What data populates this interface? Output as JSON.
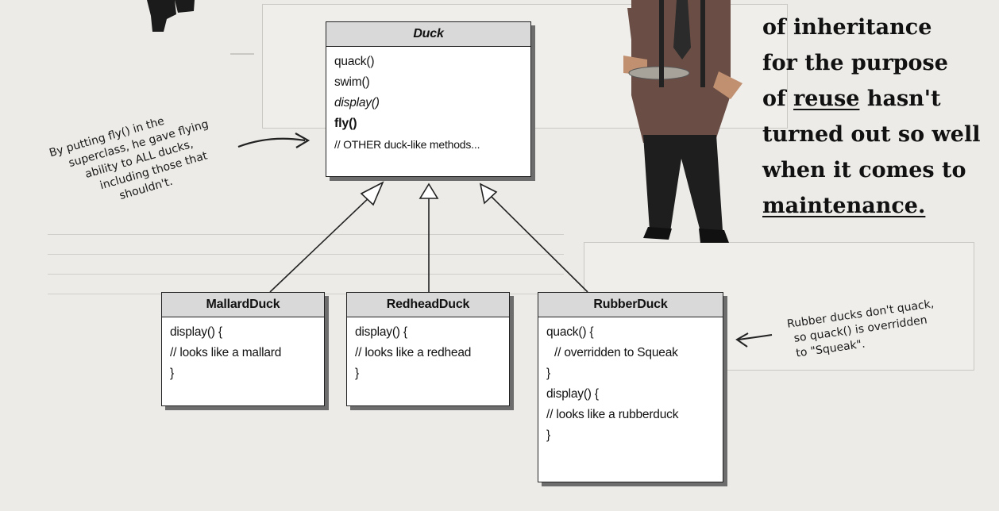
{
  "duck": {
    "name": "Duck",
    "methods": [
      "quack()",
      "swim()",
      "display()",
      "fly()",
      "// OTHER duck-like methods..."
    ]
  },
  "mallard": {
    "name": "MallardDuck",
    "lines": [
      "display() {",
      "// looks like a mallard",
      "}"
    ]
  },
  "redhead": {
    "name": "RedheadDuck",
    "lines": [
      "display() {",
      "// looks like a redhead",
      "}"
    ]
  },
  "rubber": {
    "name": "RubberDuck",
    "lines": [
      "quack() {",
      "// overridden to Squeak",
      "}",
      "display() {",
      "// looks like a rubberduck",
      "}"
    ]
  },
  "notes": {
    "fly": [
      "By putting fly() in the",
      "superclass, he gave flying",
      "ability to ALL ducks,",
      "including those that",
      "shouldn't."
    ],
    "rubber": [
      "Rubber ducks don't quack,",
      "so quack() is overridden",
      "to \"Squeak\"."
    ]
  },
  "headline": {
    "lines": [
      "of inheritance",
      "for the purpose"
    ],
    "line3_pre": "of ",
    "line3_underlined": "reuse",
    "line3_post": " hasn't",
    "lines_after": [
      "turned out so well",
      "when it comes to"
    ],
    "last_underlined": "maintenance."
  }
}
